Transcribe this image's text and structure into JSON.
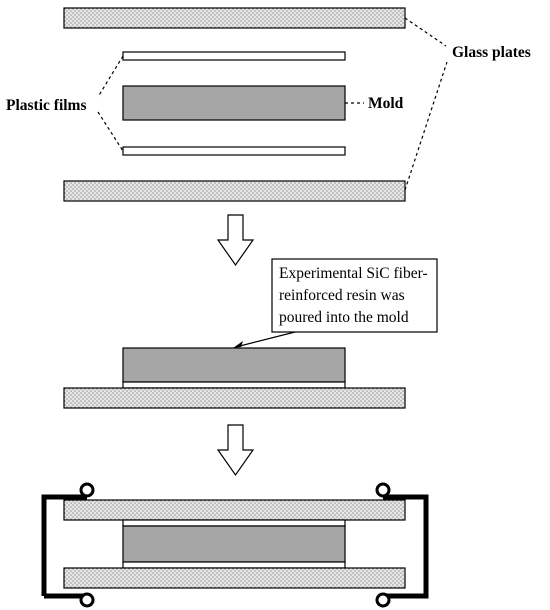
{
  "labels": {
    "glass_plates": "Glass plates",
    "plastic_films": "Plastic films",
    "mold": "Mold",
    "resin_note": [
      "Experimental SiC fiber-",
      "reinforced resin was",
      "poured into the mold"
    ]
  },
  "colors": {
    "glass_fill": "#e8e8e8",
    "glass_dots": "#8c8c8c",
    "mold_fill": "#a6a6a6",
    "stroke": "#000000"
  },
  "icons": {
    "step_arrow": "down-arrow-outline",
    "clip_pin": "ring"
  }
}
